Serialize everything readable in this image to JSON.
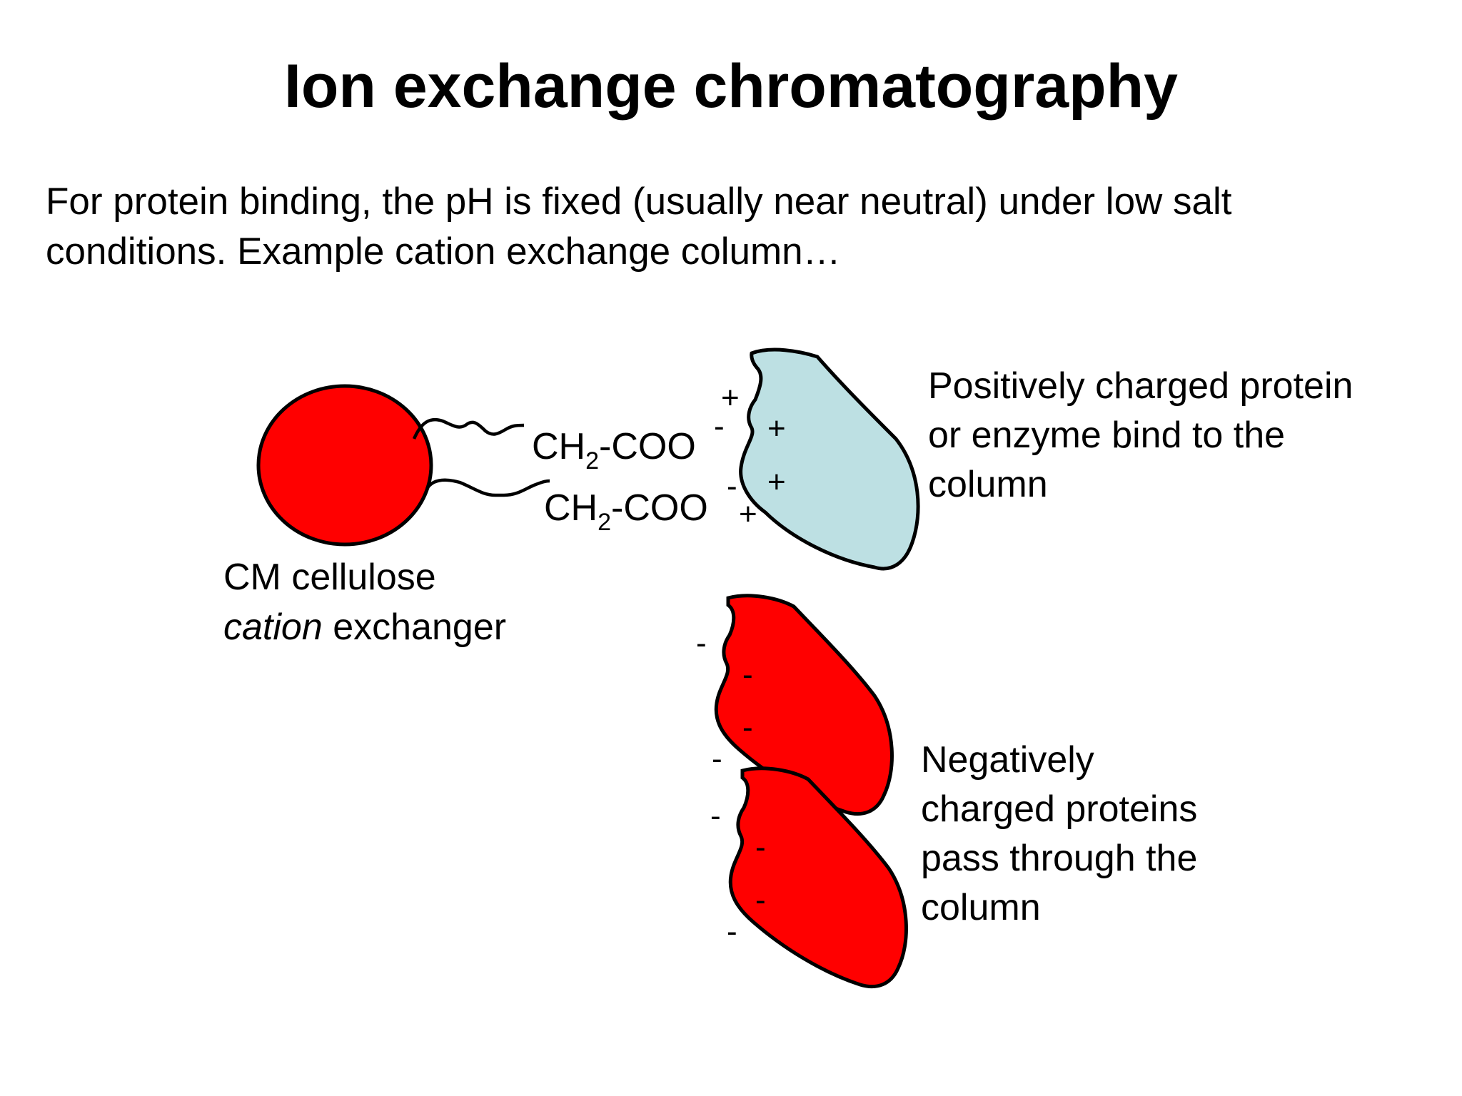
{
  "title": "Ion exchange chromatography",
  "intro": {
    "line1": "For protein binding, the pH is fixed (usually near neutral) under low salt",
    "line2": "conditions.  Example cation exchange column…"
  },
  "exchanger": {
    "label_line1": "CM cellulose",
    "label_line2_italic": "cation",
    "label_line2_rest": " exchanger"
  },
  "groups": [
    {
      "ch": "CH",
      "sub": "2",
      "rest": "-COO",
      "charge": "-"
    },
    {
      "ch": "CH",
      "sub": "2",
      "rest": "-COO",
      "charge": "-"
    }
  ],
  "positive_protein": {
    "label_lines": [
      "Positively charged protein",
      "or enzyme bind to the",
      "column"
    ],
    "charge": "+"
  },
  "negative_proteins": {
    "label_lines": [
      "Negatively",
      "charged proteins",
      "pass through the",
      "column"
    ],
    "charge": "-"
  },
  "colors": {
    "resin": "#ff0000",
    "positive_protein": "#bde0e3",
    "negative_protein": "#ff0000",
    "outline": "#000000"
  }
}
